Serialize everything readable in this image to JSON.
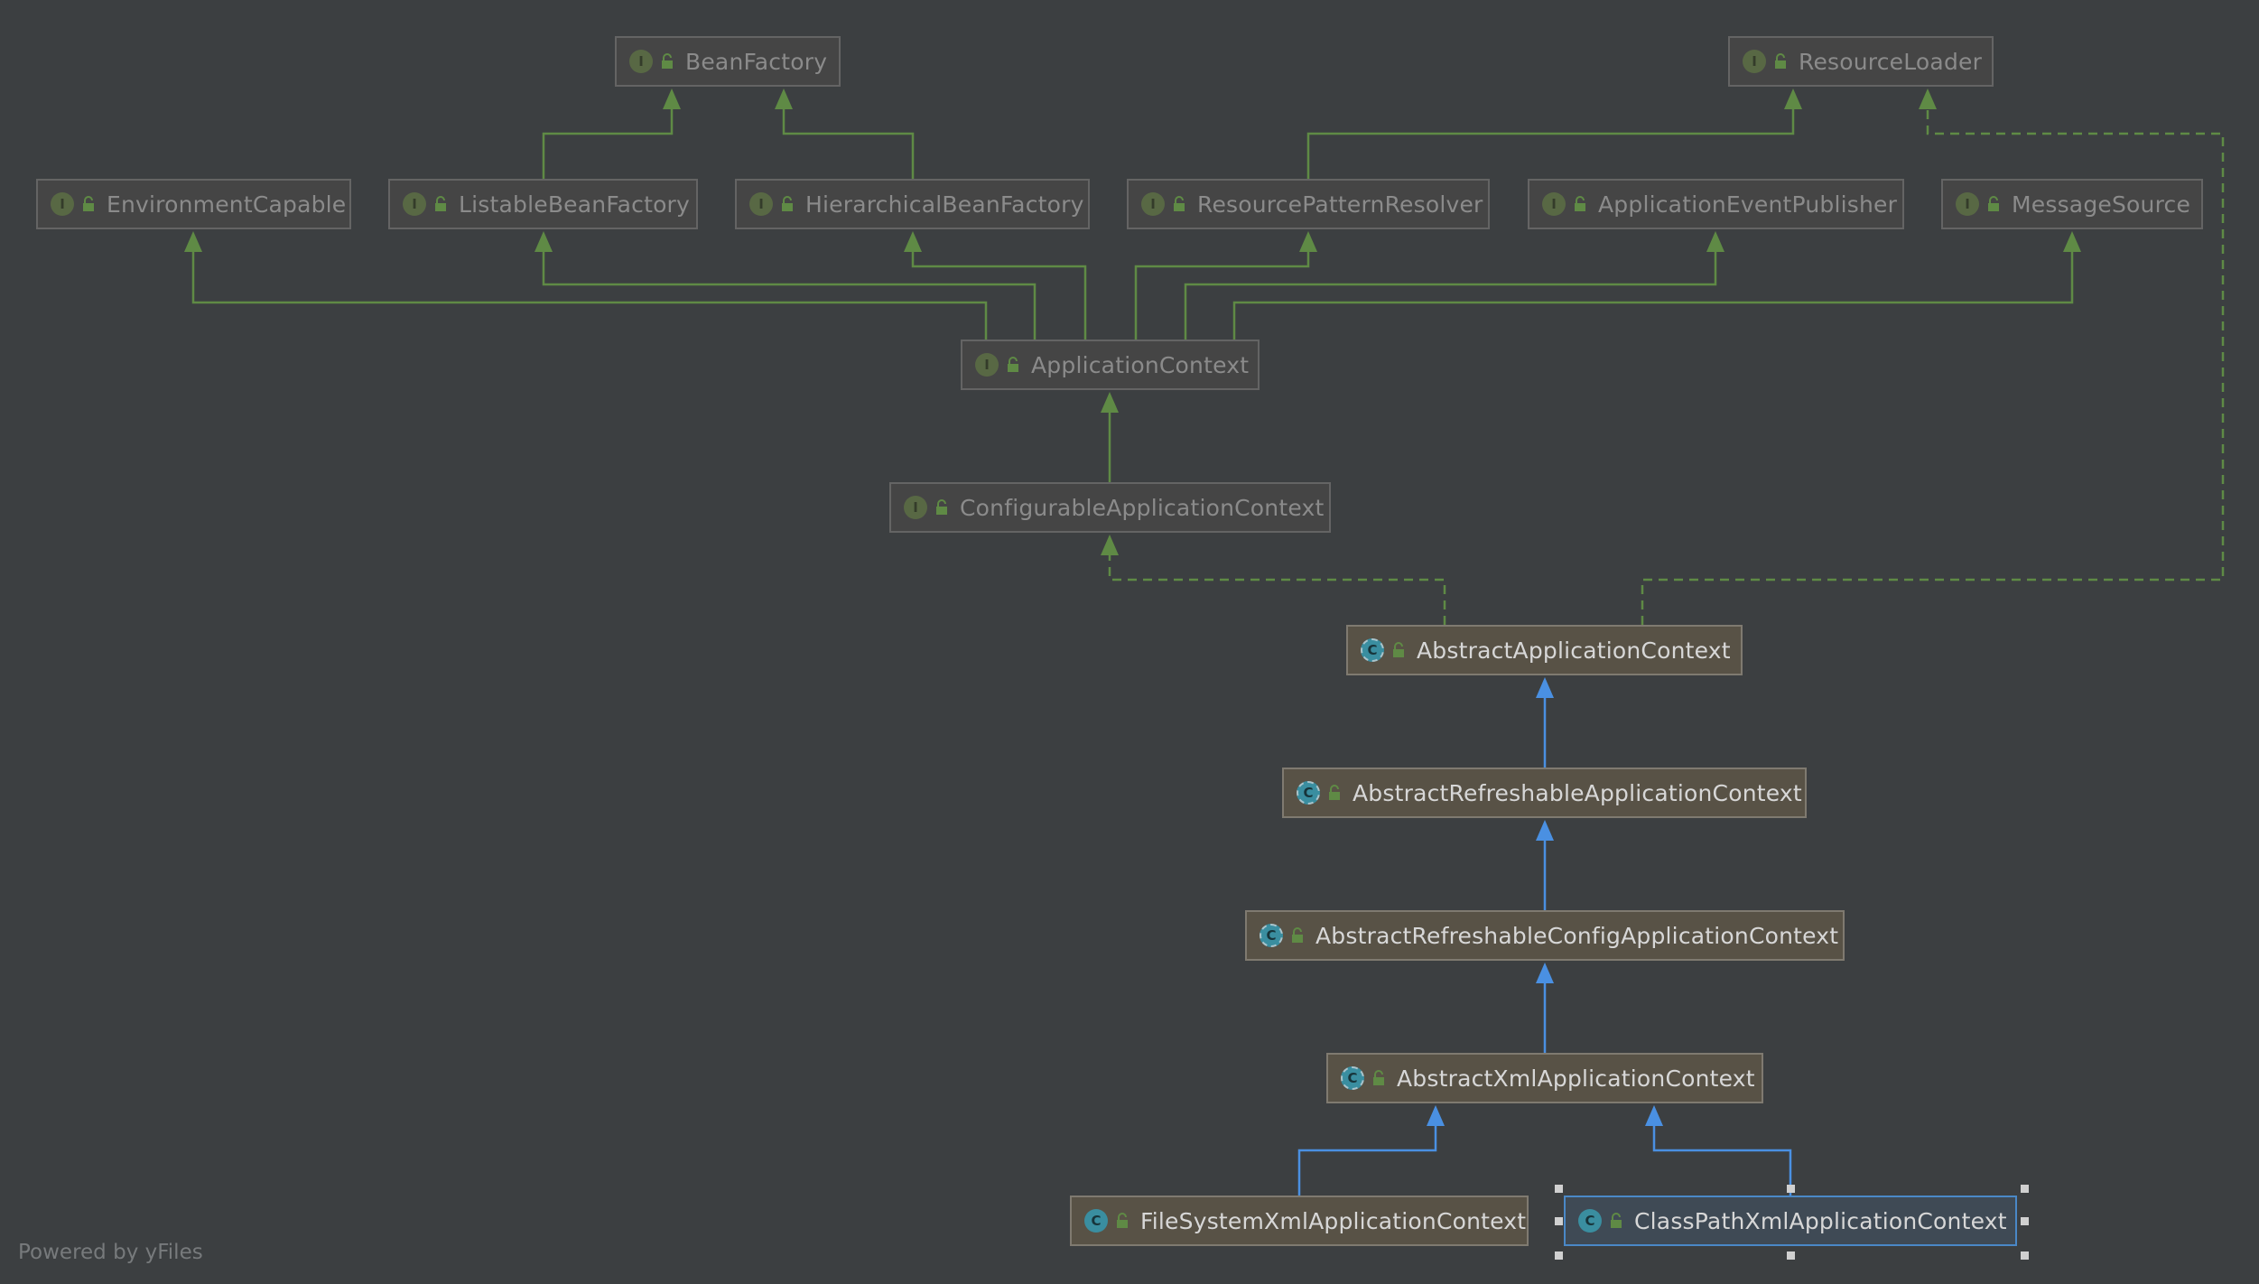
{
  "diagram": {
    "nodes": {
      "bean_factory": {
        "label": "BeanFactory",
        "kind": "interface"
      },
      "resource_loader": {
        "label": "ResourceLoader",
        "kind": "interface"
      },
      "environment_capable": {
        "label": "EnvironmentCapable",
        "kind": "interface"
      },
      "listable_bean_factory": {
        "label": "ListableBeanFactory",
        "kind": "interface"
      },
      "hierarchical_bean_factory": {
        "label": "HierarchicalBeanFactory",
        "kind": "interface"
      },
      "resource_pattern_resolver": {
        "label": "ResourcePatternResolver",
        "kind": "interface"
      },
      "application_event_publisher": {
        "label": "ApplicationEventPublisher",
        "kind": "interface"
      },
      "message_source": {
        "label": "MessageSource",
        "kind": "interface"
      },
      "application_context": {
        "label": "ApplicationContext",
        "kind": "interface"
      },
      "configurable_application_context": {
        "label": "ConfigurableApplicationContext",
        "kind": "interface"
      },
      "abstract_application_context": {
        "label": "AbstractApplicationContext",
        "kind": "abstract-class"
      },
      "abstract_refreshable_application_context": {
        "label": "AbstractRefreshableApplicationContext",
        "kind": "abstract-class"
      },
      "abstract_refreshable_config_application_context": {
        "label": "AbstractRefreshableConfigApplicationContext",
        "kind": "abstract-class"
      },
      "abstract_xml_application_context": {
        "label": "AbstractXmlApplicationContext",
        "kind": "abstract-class"
      },
      "file_system_xml_application_context": {
        "label": "FileSystemXmlApplicationContext",
        "kind": "class"
      },
      "class_path_xml_application_context": {
        "label": "ClassPathXmlApplicationContext",
        "kind": "class",
        "selected": true
      }
    },
    "edges": [
      {
        "from": "listable_bean_factory",
        "to": "bean_factory",
        "type": "interface-extends"
      },
      {
        "from": "hierarchical_bean_factory",
        "to": "bean_factory",
        "type": "interface-extends"
      },
      {
        "from": "resource_pattern_resolver",
        "to": "resource_loader",
        "type": "interface-extends"
      },
      {
        "from": "application_context",
        "to": "environment_capable",
        "type": "interface-extends"
      },
      {
        "from": "application_context",
        "to": "listable_bean_factory",
        "type": "interface-extends"
      },
      {
        "from": "application_context",
        "to": "hierarchical_bean_factory",
        "type": "interface-extends"
      },
      {
        "from": "application_context",
        "to": "resource_pattern_resolver",
        "type": "interface-extends"
      },
      {
        "from": "application_context",
        "to": "application_event_publisher",
        "type": "interface-extends"
      },
      {
        "from": "application_context",
        "to": "message_source",
        "type": "interface-extends"
      },
      {
        "from": "configurable_application_context",
        "to": "application_context",
        "type": "interface-extends"
      },
      {
        "from": "abstract_application_context",
        "to": "configurable_application_context",
        "type": "implements"
      },
      {
        "from": "abstract_application_context",
        "to": "resource_loader",
        "type": "implements"
      },
      {
        "from": "abstract_refreshable_application_context",
        "to": "abstract_application_context",
        "type": "class-extends"
      },
      {
        "from": "abstract_refreshable_config_application_context",
        "to": "abstract_refreshable_application_context",
        "type": "class-extends"
      },
      {
        "from": "abstract_xml_application_context",
        "to": "abstract_refreshable_config_application_context",
        "type": "class-extends"
      },
      {
        "from": "file_system_xml_application_context",
        "to": "abstract_xml_application_context",
        "type": "class-extends"
      },
      {
        "from": "class_path_xml_application_context",
        "to": "abstract_xml_application_context",
        "type": "class-extends"
      }
    ]
  },
  "icons": {
    "interface": {
      "name": "interface-icon",
      "glyph": "I"
    },
    "abstract_class": {
      "name": "abstract-class-icon",
      "glyph": "C"
    },
    "class": {
      "name": "class-icon",
      "glyph": "C"
    },
    "access": {
      "name": "public-access-icon"
    }
  },
  "colors": {
    "background": "#3c3f41",
    "interface_edge": "#5f8a45",
    "class_edge": "#4a90e2",
    "selection": "#4a88c7"
  },
  "watermark": "Powered by yFiles"
}
